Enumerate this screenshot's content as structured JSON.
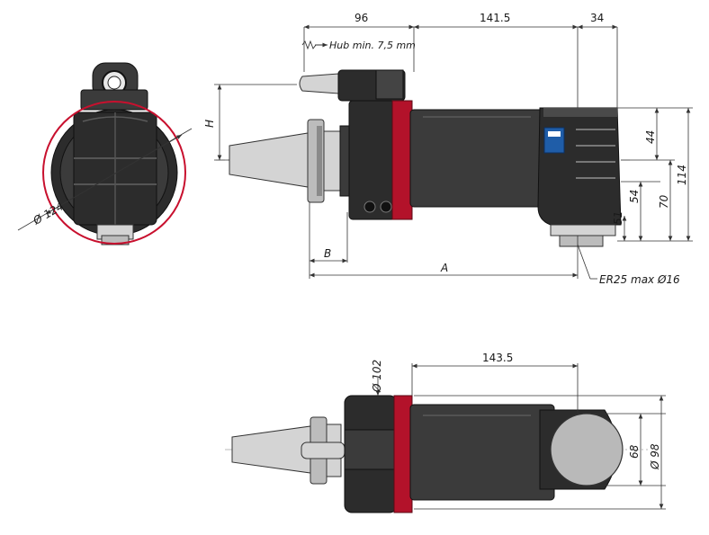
{
  "drawing": {
    "side_view": {
      "dims": {
        "top_left": "96",
        "top_mid": "141.5",
        "top_right": "34",
        "stroke_note": "Hub min. 7,5 mm",
        "h": "H",
        "b": "B",
        "a": "A",
        "v44": "44",
        "v54": "54",
        "v51": "51",
        "v70": "70",
        "v114": "114",
        "collet": "ER25  max  Ø16"
      }
    },
    "end_view": {
      "dims": {
        "diameter": "Ø 124"
      }
    },
    "top_view": {
      "dims": {
        "diameter_102": "Ø 102",
        "length": "143.5",
        "v68": "68",
        "diameter_98": "Ø 98"
      }
    },
    "colors": {
      "body": "#2c2c2c",
      "accent_ring": "#b3122a",
      "metal": "#d4d4d4",
      "logo": "#1f5da8"
    }
  }
}
